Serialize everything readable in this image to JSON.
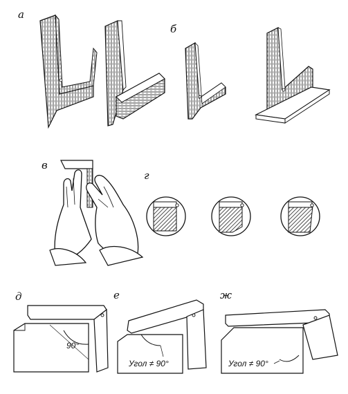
{
  "panels": {
    "a": {
      "label": "а"
    },
    "b": {
      "label": "б"
    },
    "v": {
      "label": "в"
    },
    "g": {
      "label": "г"
    },
    "d": {
      "label": "д",
      "angle_text": "90°"
    },
    "e": {
      "label": "е",
      "angle_text": "Угол ≠ 90°"
    },
    "zh": {
      "label": "ж",
      "angle_text": "Угол ≠ 90°"
    }
  }
}
